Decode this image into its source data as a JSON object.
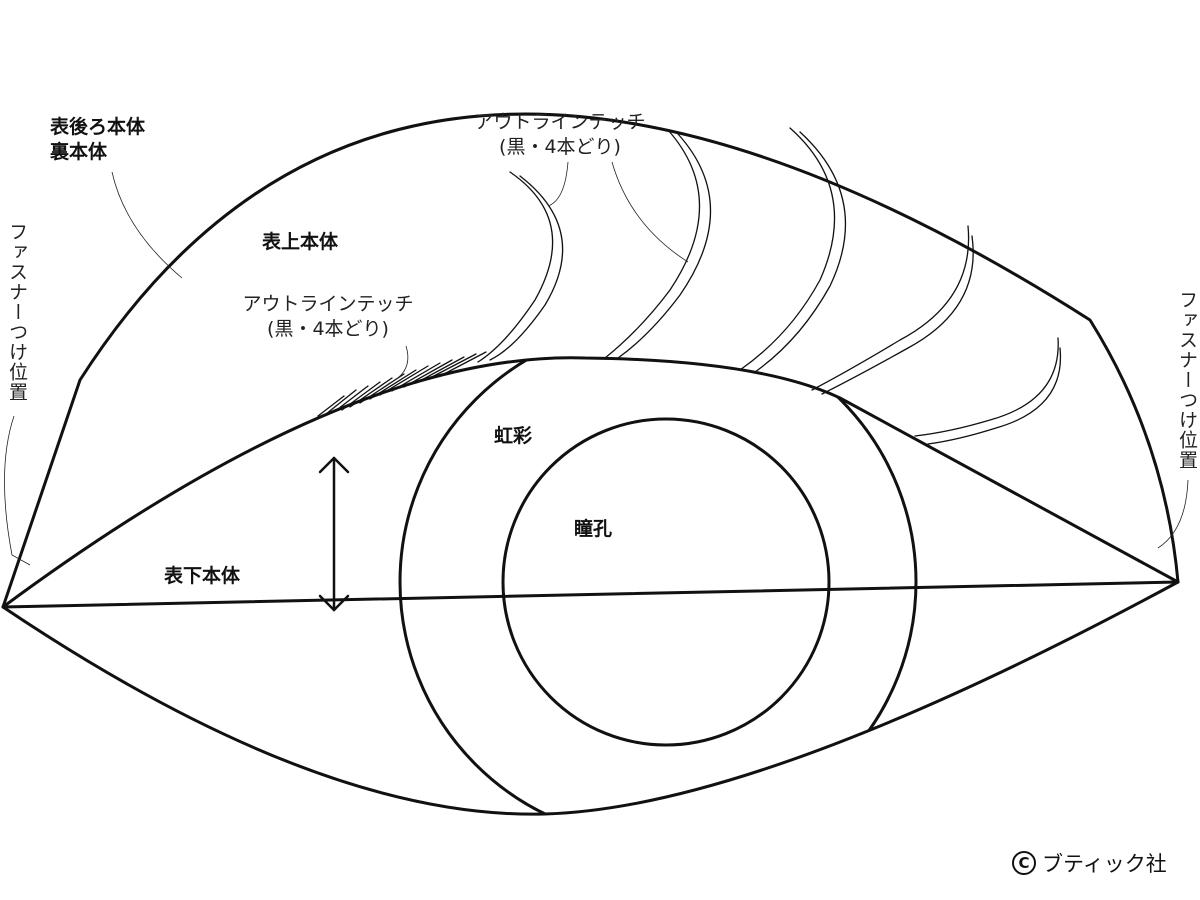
{
  "labels": {
    "back_body": [
      "表後ろ本体",
      "裏本体"
    ],
    "upper_body": "表上本体",
    "outline_stitch_top": [
      "アウトラインテッチ",
      "(黒・4本どり)"
    ],
    "outline_stitch_mid": [
      "アウトラインテッチ",
      "(黒・4本どり)"
    ],
    "iris": "虹彩",
    "pupil": "瞳孔",
    "lower_body": "表下本体",
    "zipper_left": "ファスナーつけ位置",
    "zipper_right": "ファスナーつけ位置"
  },
  "copyright": {
    "symbol": "C",
    "text": "ブティック社"
  },
  "colors": {
    "line": "#111111",
    "background": "#ffffff"
  }
}
